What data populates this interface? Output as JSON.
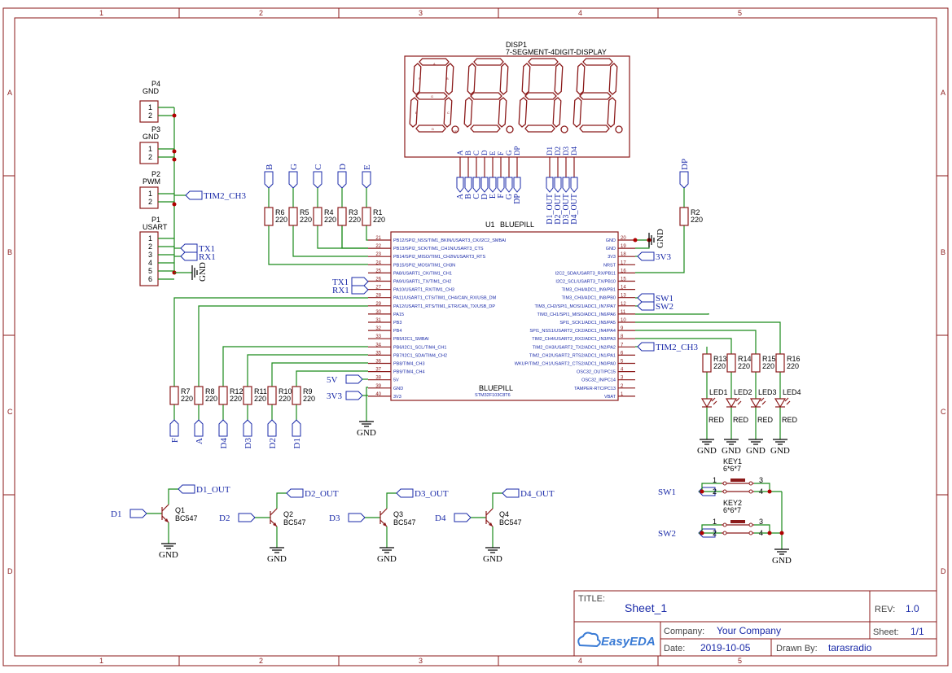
{
  "zones": {
    "cols": [
      "1",
      "2",
      "3",
      "4",
      "5"
    ],
    "rows": [
      "A",
      "B",
      "C",
      "D"
    ]
  },
  "display": {
    "ref": "DISP1",
    "name": "7-SEGMENT-4DIGIT-DISPLAY",
    "pins": [
      "A",
      "B",
      "C",
      "D",
      "E",
      "F",
      "G",
      "DP",
      "D1",
      "D2",
      "D3",
      "D4"
    ],
    "nets": [
      "A",
      "B",
      "C",
      "D",
      "E",
      "F",
      "G",
      "DP",
      "D1_OUT",
      "D2_OUT",
      "D3_OUT",
      "D4_OUT"
    ],
    "seg_labels": [
      "A",
      "F",
      "G",
      "B",
      "E",
      "D",
      "C",
      "DP"
    ]
  },
  "connectors": [
    {
      "ref": "P4",
      "name": "GND",
      "pins": [
        "1",
        "2"
      ]
    },
    {
      "ref": "P3",
      "name": "GND",
      "pins": [
        "1",
        "2"
      ]
    },
    {
      "ref": "P2",
      "name": "PWM",
      "pins": [
        "1",
        "2"
      ]
    },
    {
      "ref": "P1",
      "name": "USART",
      "pins": [
        "1",
        "2",
        "3",
        "4",
        "5",
        "6"
      ]
    }
  ],
  "top_resistors": [
    {
      "ref": "R6",
      "val": "220",
      "net": "B"
    },
    {
      "ref": "R5",
      "val": "220",
      "net": "G"
    },
    {
      "ref": "R4",
      "val": "220",
      "net": "C"
    },
    {
      "ref": "R3",
      "val": "220",
      "net": "D"
    },
    {
      "ref": "R1",
      "val": "220",
      "net": "E"
    }
  ],
  "r2": {
    "ref": "R2",
    "val": "220",
    "net": "DP"
  },
  "bottom_resistors": [
    {
      "ref": "R7",
      "val": "220",
      "net": "F"
    },
    {
      "ref": "R8",
      "val": "220",
      "net": "A"
    },
    {
      "ref": "R12",
      "val": "220",
      "net": "D4"
    },
    {
      "ref": "R11",
      "val": "220",
      "net": "D3"
    },
    {
      "ref": "R10",
      "val": "220",
      "net": "D2"
    },
    {
      "ref": "R9",
      "val": "220",
      "net": "D1"
    }
  ],
  "mcu": {
    "ref": "U1",
    "name": "BLUEPILL",
    "center_name": "BLUEPILL",
    "center_sub": "STM32F103C8T6",
    "left_pins": [
      {
        "n": "21",
        "l": "PB12/SPI2_NSS/TIM1_BKIN/USART3_CK/I2C2_SMBAI"
      },
      {
        "n": "22",
        "l": "PB13/SPI2_SCK/TIM1_CH1N/USART3_CTS"
      },
      {
        "n": "23",
        "l": "PB14/SPI2_MISO/TIM1_CH2N/USART3_RTS"
      },
      {
        "n": "24",
        "l": "PB15/SPI2_MOSI/TIM1_CH3N"
      },
      {
        "n": "25",
        "l": "PA8/USART1_CK/TIM1_CH1"
      },
      {
        "n": "26",
        "l": "PA9/USART1_TX/TIM1_CH2"
      },
      {
        "n": "27",
        "l": "PA10/USART1_RX/TIM1_CH3"
      },
      {
        "n": "28",
        "l": "PA11/USART1_CTS/TIM1_CH4/CAN_RX/USB_DM"
      },
      {
        "n": "29",
        "l": "PA12/USART1_RTS/TIM1_ETR/CAN_TX/USB_DP"
      },
      {
        "n": "30",
        "l": "PA15"
      },
      {
        "n": "31",
        "l": "PB3"
      },
      {
        "n": "32",
        "l": "PB4"
      },
      {
        "n": "33",
        "l": "PB5/I2C1_SMBAI"
      },
      {
        "n": "34",
        "l": "PB6/I2C1_SCL/TIM4_CH1"
      },
      {
        "n": "35",
        "l": "PB7/I2C1_SDA/TIM4_CH2"
      },
      {
        "n": "36",
        "l": "PB8/TIM4_CH3"
      },
      {
        "n": "37",
        "l": "PB9/TIM4_CH4"
      },
      {
        "n": "38",
        "l": "5V"
      },
      {
        "n": "39",
        "l": "GND"
      },
      {
        "n": "40",
        "l": "3V3"
      }
    ],
    "right_pins": [
      {
        "n": "20",
        "l": "GND"
      },
      {
        "n": "19",
        "l": "GND"
      },
      {
        "n": "18",
        "l": "3V3"
      },
      {
        "n": "17",
        "l": "NRST"
      },
      {
        "n": "16",
        "l": "I2C2_SDA/USART3_RX/PB11"
      },
      {
        "n": "15",
        "l": "I2C2_SCL/USART3_TX/PB10"
      },
      {
        "n": "14",
        "l": "TIM3_CH4/ADC1_IN9/PB1"
      },
      {
        "n": "13",
        "l": "TIM3_CH3/ADC1_IN8/PB0"
      },
      {
        "n": "12",
        "l": "TIM3_CH2/SPI1_MOSI1/ADC1_IN7/PA7"
      },
      {
        "n": "11",
        "l": "TIM3_CH1/SPI1_MISO/ADC1_IN6/PA6"
      },
      {
        "n": "10",
        "l": "SPI1_SCK1/ADC1_IN5/PA5"
      },
      {
        "n": "9",
        "l": "SPI1_NSS1/USART2_CK2/ADC1_IN4/PA4"
      },
      {
        "n": "8",
        "l": "TIM2_CH4/USART2_RX2/ADC1_IN3/PA3"
      },
      {
        "n": "7",
        "l": "TIM2_CH3/USART2_TX2/ADC1_IN2/PA2"
      },
      {
        "n": "6",
        "l": "TIM2_CH2/USART2_RTS2/ADC1_IN1/PA1"
      },
      {
        "n": "5",
        "l": "WKUP/TIM2_CH1/USART2_CTS2/ADC1_IN0/PA0"
      },
      {
        "n": "4",
        "l": "OSC32_OUT/PC15"
      },
      {
        "n": "3",
        "l": "OSC32_IN/PC14"
      },
      {
        "n": "2",
        "l": "TAMPER-RTC/PC13"
      },
      {
        "n": "1",
        "l": "VBAT"
      }
    ]
  },
  "nets": {
    "tim2": "TIM2_CH3",
    "tx": "TX1",
    "rx": "RX1",
    "gnd": "GND",
    "v5": "5V",
    "v33": "3V3",
    "sw1": "SW1",
    "sw2": "SW2"
  },
  "led_resistors": [
    {
      "ref": "R13",
      "val": "220"
    },
    {
      "ref": "R14",
      "val": "220"
    },
    {
      "ref": "R15",
      "val": "220"
    },
    {
      "ref": "R16",
      "val": "220"
    }
  ],
  "leds": [
    {
      "ref": "LED1",
      "color": "RED"
    },
    {
      "ref": "LED2",
      "color": "RED"
    },
    {
      "ref": "LED3",
      "color": "RED"
    },
    {
      "ref": "LED4",
      "color": "RED"
    }
  ],
  "transistors": [
    {
      "ref": "Q1",
      "val": "BC547",
      "in": "D1",
      "out": "D1_OUT"
    },
    {
      "ref": "Q2",
      "val": "BC547",
      "in": "D2",
      "out": "D2_OUT"
    },
    {
      "ref": "Q3",
      "val": "BC547",
      "in": "D3",
      "out": "D3_OUT"
    },
    {
      "ref": "Q4",
      "val": "BC547",
      "in": "D4",
      "out": "D4_OUT"
    }
  ],
  "keys": [
    {
      "ref": "KEY1",
      "val": "6*6*7",
      "net": "SW1",
      "pins": [
        "1",
        "2",
        "3",
        "4"
      ]
    },
    {
      "ref": "KEY2",
      "val": "6*6*7",
      "net": "SW2",
      "pins": [
        "1",
        "2",
        "3",
        "4"
      ]
    }
  ],
  "title_block": {
    "title_label": "TITLE:",
    "title": "Sheet_1",
    "rev_label": "REV:",
    "rev": "1.0",
    "company_label": "Company:",
    "company": "Your Company",
    "sheet_label": "Sheet:",
    "sheet": "1/1",
    "date_label": "Date:",
    "date": "2019-10-05",
    "drawn_label": "Drawn By:",
    "drawn": "tarasradio",
    "logo": "EasyEDA"
  }
}
